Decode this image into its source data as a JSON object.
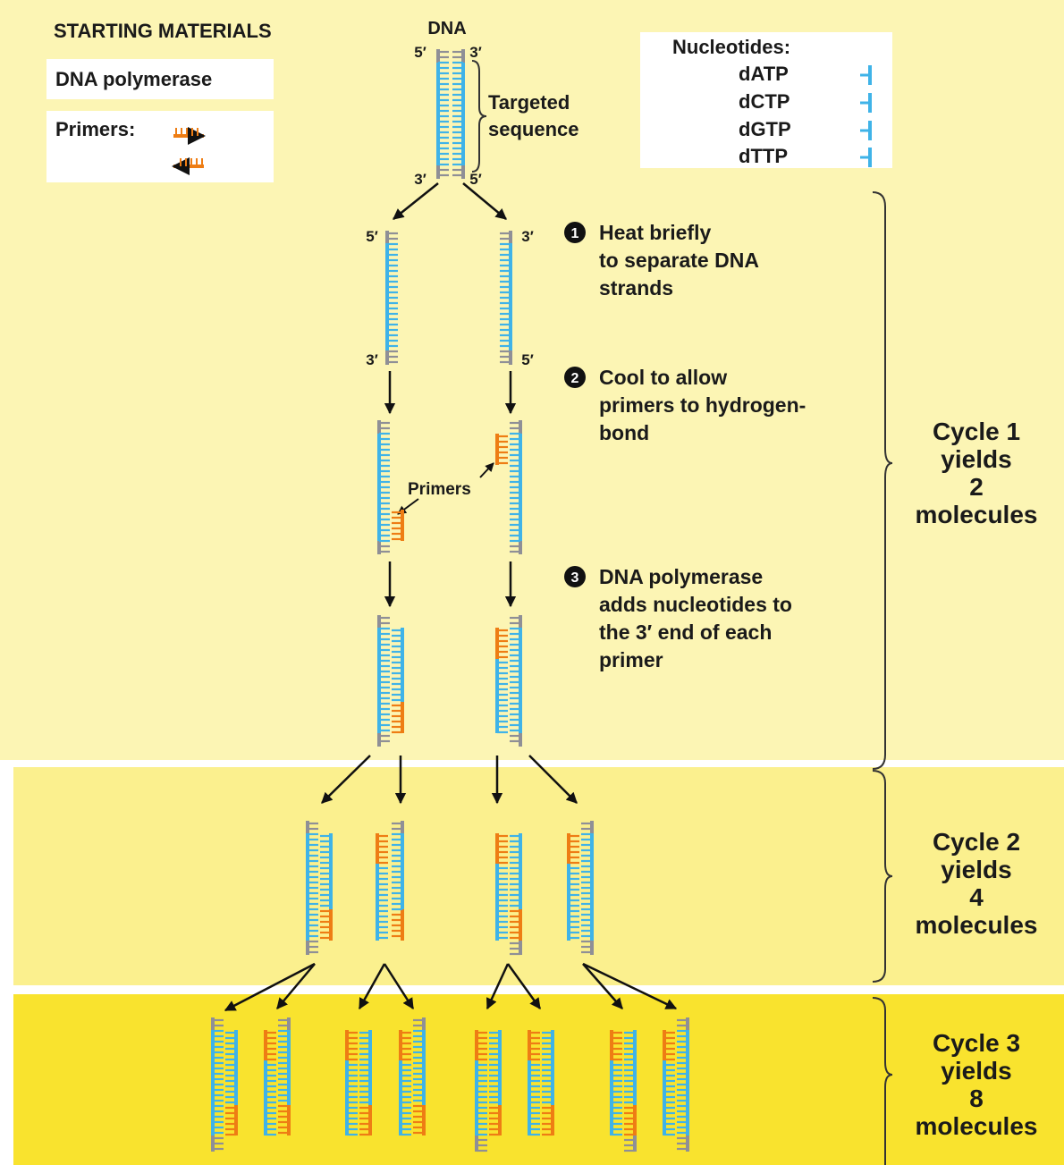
{
  "starting_materials": {
    "heading": "STARTING MATERIALS",
    "polymerase": "DNA polymerase",
    "primers_label": "Primers:"
  },
  "dna": {
    "label": "DNA",
    "top_left_end": "5′",
    "top_right_end": "3′",
    "bottom_left_end": "3′",
    "bottom_right_end": "5′",
    "targeted_line1": "Targeted",
    "targeted_line2": "sequence"
  },
  "nucleotides": {
    "title": "Nucleotides:",
    "items": [
      "dATP",
      "dCTP",
      "dGTP",
      "dTTP"
    ]
  },
  "steps": [
    {
      "number": "1",
      "lines": [
        "Heat briefly",
        "to separate DNA",
        "strands"
      ]
    },
    {
      "number": "2",
      "lines": [
        "Cool to allow",
        "primers to hydrogen-",
        "bond"
      ]
    },
    {
      "number": "3",
      "lines": [
        "DNA polymerase",
        "adds nucleotides to",
        "the 3′ end of each",
        "primer"
      ]
    }
  ],
  "separated_strand_ends": {
    "left_top": "5′",
    "left_bottom": "3′",
    "right_top": "3′",
    "right_bottom": "5′"
  },
  "primers_callout": "Primers",
  "cycles": [
    {
      "lines": [
        "Cycle 1",
        "yields",
        "2",
        "molecules"
      ]
    },
    {
      "lines": [
        "Cycle 2",
        "yields",
        "4",
        "molecules"
      ]
    },
    {
      "lines": [
        "Cycle 3",
        "yields",
        "8",
        "molecules"
      ]
    }
  ],
  "colors": {
    "band1": "#fcf5b4",
    "band2": "#fbf08e",
    "band3": "#f9e32e",
    "template_strand": "#3fb3e8",
    "primer": "#ee7d14",
    "flank": "#8f8f96",
    "arrow": "#111111"
  }
}
